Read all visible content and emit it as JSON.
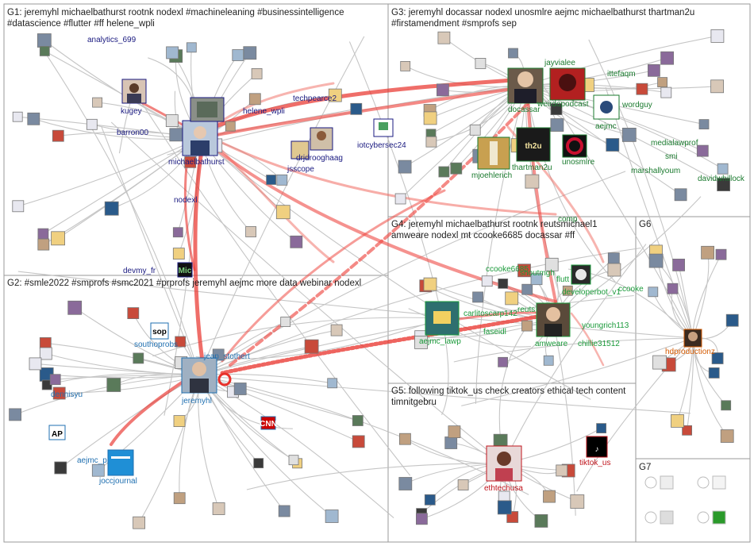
{
  "colors": {
    "g1": "#1a1a80",
    "g2": "#1f6fb0",
    "g3": "#1a7a2e",
    "g4": "#1a9a3a",
    "g5": "#c0141c",
    "g6": "#d45a00",
    "edge": "#b8b8b8",
    "edge_strong": "#e8302a",
    "group_border": "#9a9a9a"
  },
  "groups": [
    {
      "id": "G1",
      "title_line1": "G1: jeremyhl michaelbathurst rootnk nodexl #machineleaning #businessintelligence",
      "title_line2": "#datascience #flutter #ff helene_wpli"
    },
    {
      "id": "G2",
      "title_line1": "G2: #smle2022 #smprofs #smc2021 #prprofs jeremyhl aejmc more data webinar nodexl",
      "title_line2": ""
    },
    {
      "id": "G3",
      "title_line1": "G3: jeremyhl docassar nodexl unosmlre aejmc michaelbathurst thartman2u",
      "title_line2": "#firstamendment #smprofs sep"
    },
    {
      "id": "G4",
      "title_line1": "G4: jeremyhl michaelbathurst rootnk reutsmichael1",
      "title_line2": "amweare nodexl mt ccooke6685 docassar #ff"
    },
    {
      "id": "G5",
      "title_line1": "G5: following tiktok_us check creators ethical tech content",
      "title_line2": "timnitgebru"
    },
    {
      "id": "G6",
      "title_line1": "G6",
      "title_line2": ""
    },
    {
      "id": "G7",
      "title_line1": "G7",
      "title_line2": ""
    }
  ],
  "labels": {
    "g1": [
      "analytics_699",
      "kugey",
      "barron00",
      "michaelbathurst",
      "techpearce2",
      "helene_wpli",
      "drjdrooghaag",
      "iotcybersec24",
      "jsscope",
      "nodexl",
      "devmy_fr"
    ],
    "g2": [
      "southoprobs",
      "jean_stothert",
      "jeremyhl",
      "dennisyu",
      "aejmc_p",
      "joccjournal"
    ],
    "g3": [
      "jayvialee",
      "ittefaqm",
      "weirdopodcast",
      "docassar",
      "wordguy",
      "aejmc",
      "thartman2u",
      "mjoehlerich",
      "unosmlre",
      "medialawprof",
      "smi",
      "marshallyoum",
      "davidwhillock",
      "comp"
    ],
    "g4": [
      "ccooke6685",
      "shoutmgh",
      "flutt",
      "developerbot_v1",
      "ccooke",
      "carlitoscarp142",
      "faseidl",
      "aejmc_lawp",
      "amweare",
      "youngrich113",
      "chillie31512",
      "reuts"
    ],
    "g5": [
      "tiktok_us",
      "ethtechusa"
    ],
    "g6": [
      "hdproductionz"
    ]
  },
  "icon_text": {
    "sop": "sop",
    "ap": "AP",
    "th2u": "th2u",
    "cnn": "CNN",
    "mic": "Mic"
  }
}
